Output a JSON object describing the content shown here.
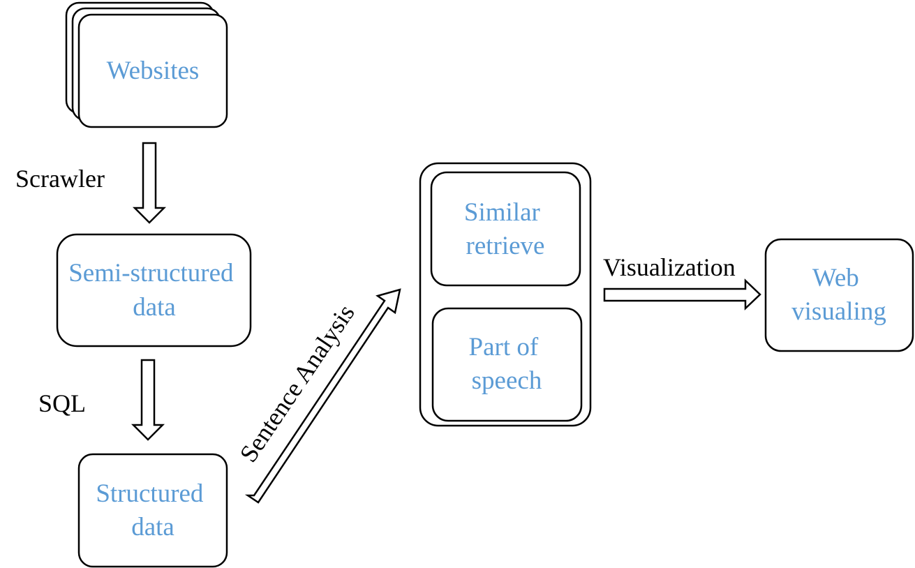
{
  "nodes": {
    "websites": {
      "lines": [
        "Websites"
      ]
    },
    "semi_structured": {
      "lines": [
        "Semi-structured",
        "data"
      ]
    },
    "structured": {
      "lines": [
        "Structured",
        "data"
      ]
    },
    "similar_retrieve": {
      "lines": [
        "Similar",
        "retrieve"
      ]
    },
    "part_of_speech": {
      "lines": [
        "Part of",
        "speech"
      ]
    },
    "web_visualing": {
      "lines": [
        "Web",
        "visualing"
      ]
    }
  },
  "edges": {
    "scrawler": "Scrawler",
    "sql": "SQL",
    "sentence_analysis": "Sentence Analysis",
    "visualization": "Visualization"
  },
  "colors": {
    "node_text": "#5b9bd5",
    "edge_text": "#000000",
    "stroke": "#000000"
  }
}
